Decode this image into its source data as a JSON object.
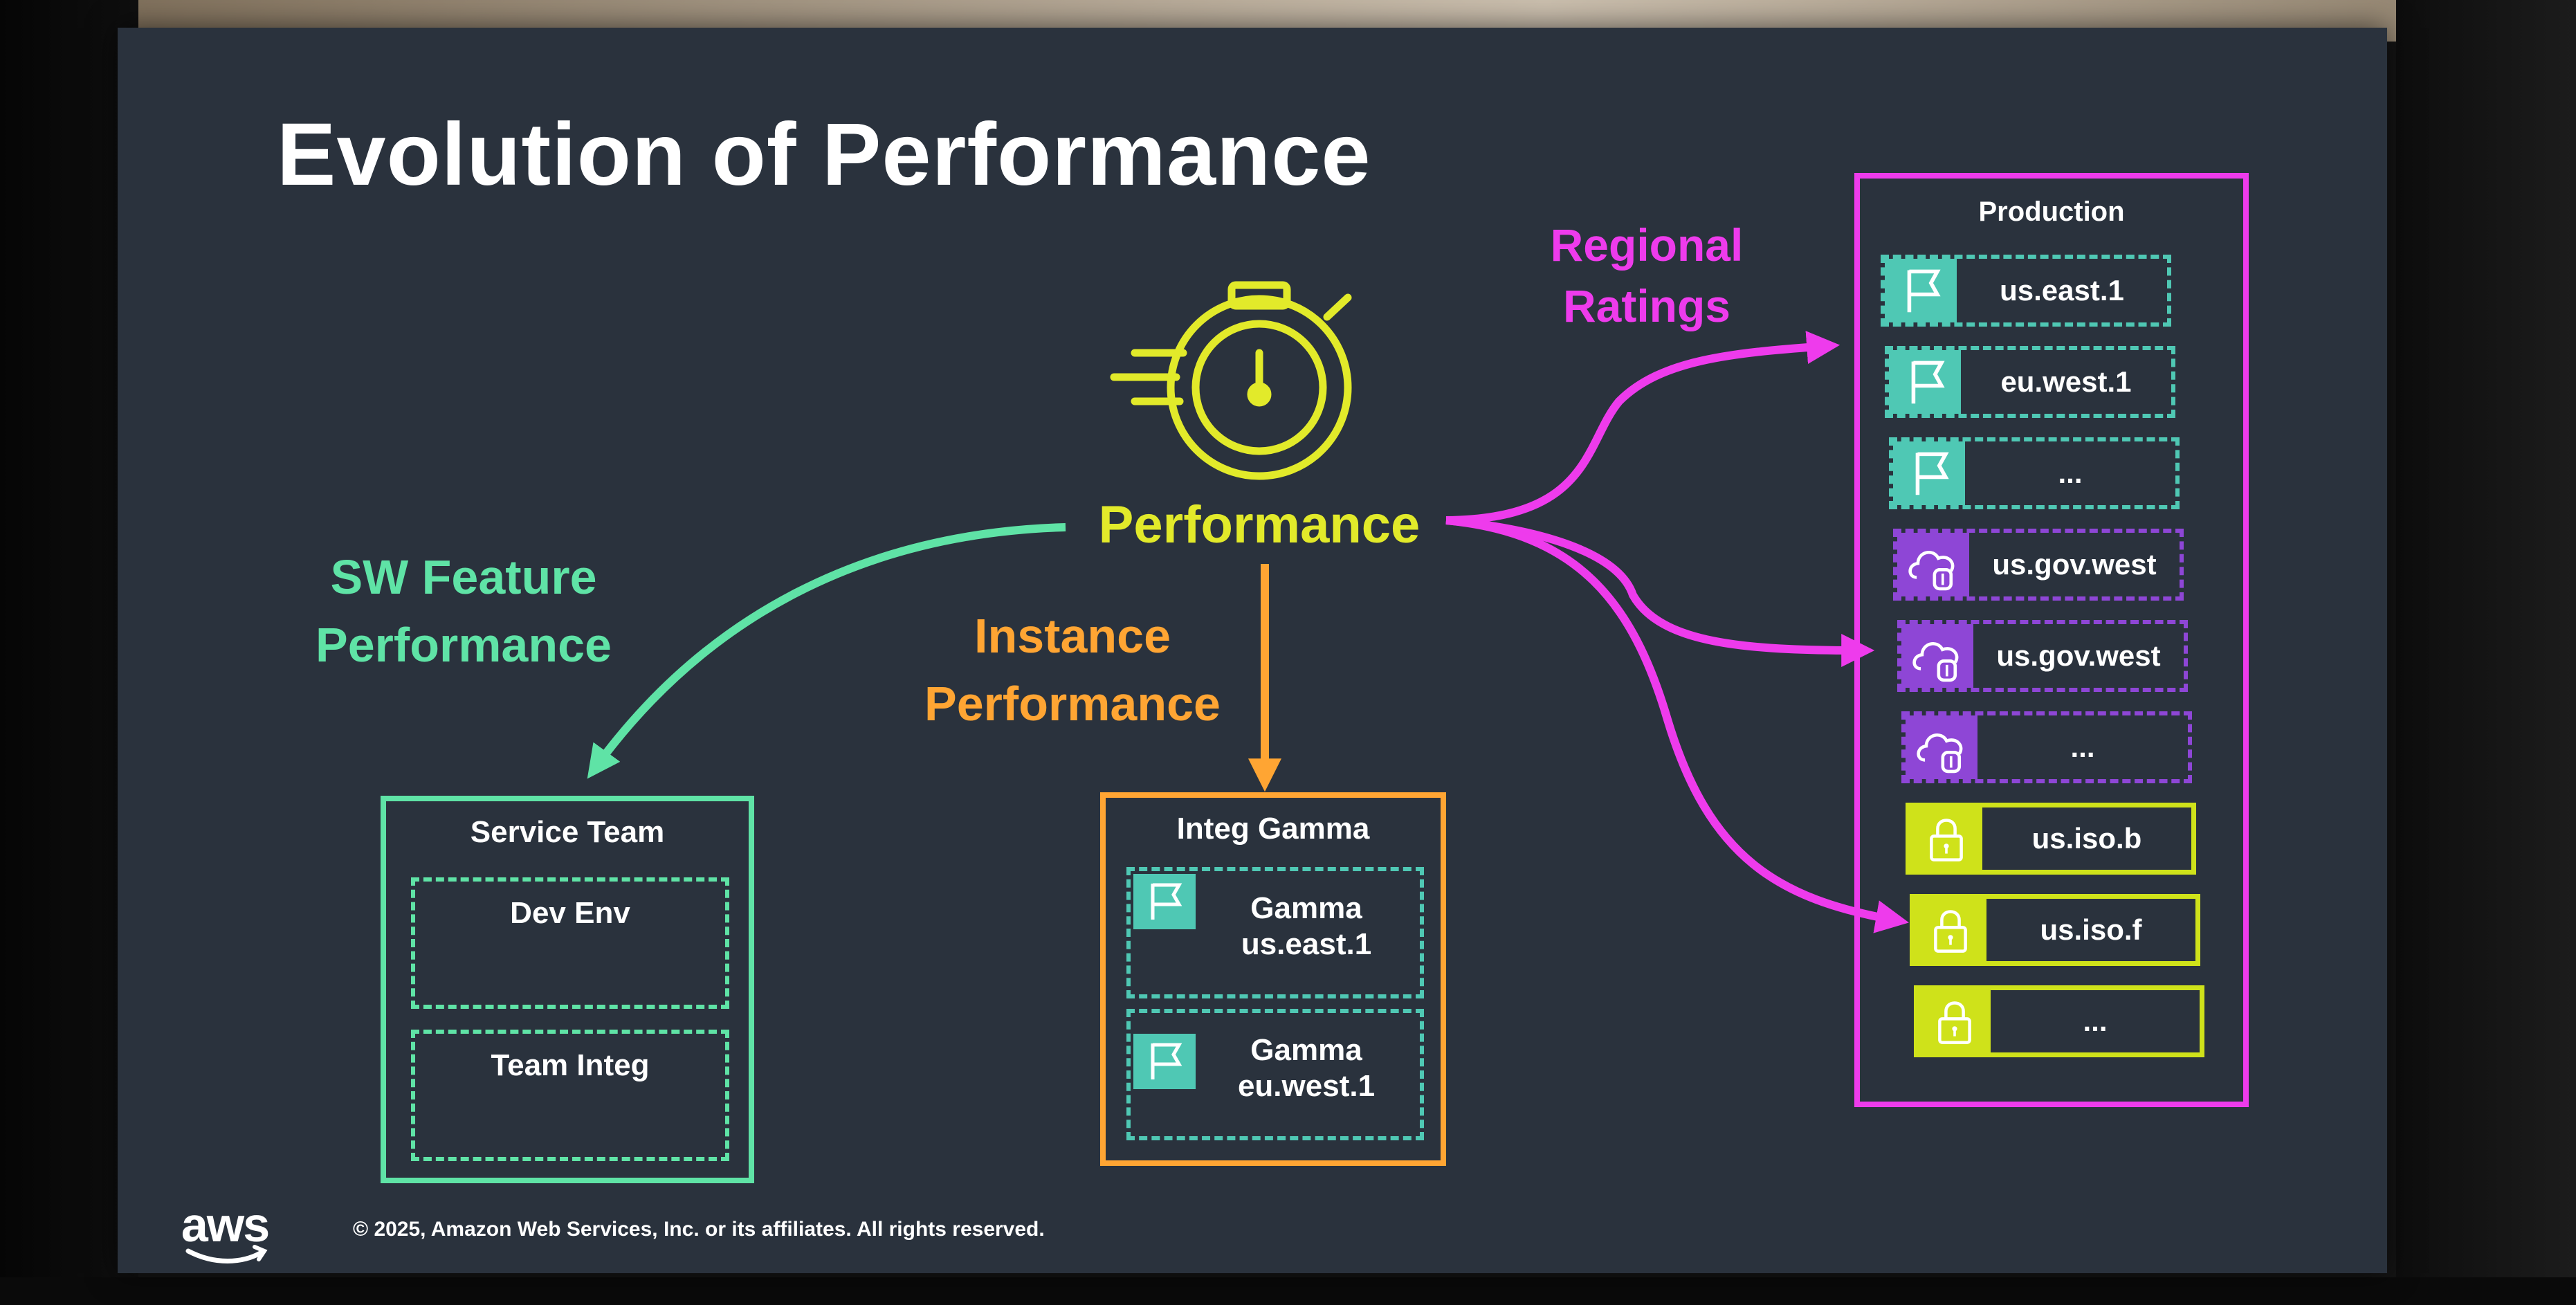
{
  "title": "Evolution of Performance",
  "center": {
    "label": "Performance",
    "icon": "stopwatch-icon"
  },
  "branches": {
    "sw_feature": {
      "lines": [
        "SW Feature",
        "Performance"
      ]
    },
    "instance": {
      "lines": [
        "Instance",
        "Performance"
      ]
    },
    "regional": {
      "lines": [
        "Regional",
        "Ratings"
      ]
    }
  },
  "service_team": {
    "title": "Service Team",
    "items": [
      "Dev Env",
      "Team Integ"
    ]
  },
  "integ_gamma": {
    "title": "Integ Gamma",
    "items": [
      [
        "Gamma",
        "us.east.1"
      ],
      [
        "Gamma",
        "eu.west.1"
      ]
    ]
  },
  "production": {
    "title": "Production",
    "regions": [
      {
        "label": "us.east.1",
        "icon": "flag-icon"
      },
      {
        "label": "eu.west.1",
        "icon": "flag-icon"
      },
      {
        "label": "...",
        "icon": "flag-icon"
      },
      {
        "label": "us.gov.west",
        "icon": "gov-cloud-icon"
      },
      {
        "label": "us.gov.west",
        "icon": "gov-cloud-icon"
      },
      {
        "label": "...",
        "icon": "gov-cloud-icon"
      },
      {
        "label": "us.iso.b",
        "icon": "lock-icon"
      },
      {
        "label": "us.iso.f",
        "icon": "lock-icon"
      },
      {
        "label": "...",
        "icon": "lock-icon"
      }
    ]
  },
  "footer": {
    "copyright": "© 2025, Amazon Web Services, Inc. or its affiliates. All rights reserved.",
    "logo": "aws"
  },
  "colors": {
    "slide_bg": "#2a323d",
    "center": "#e2ea2a",
    "sw_feature": "#5fe3a6",
    "instance": "#ffa533",
    "regional": "#ee3bec",
    "standard": "#4fc8b4",
    "gov": "#8e46d6",
    "iso": "#cfe21a"
  }
}
